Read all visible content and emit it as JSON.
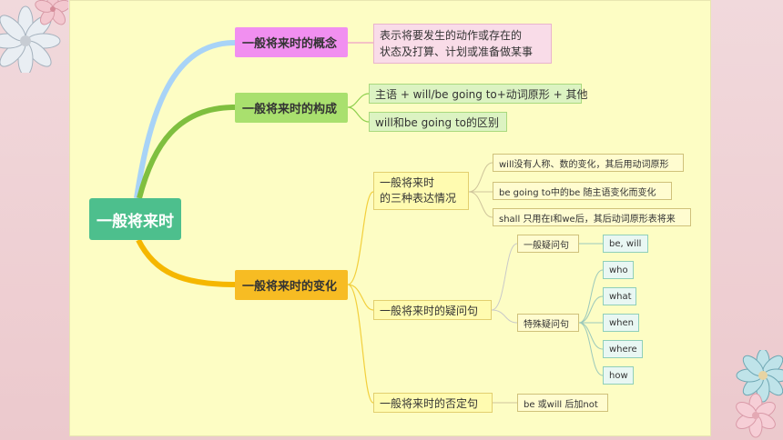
{
  "center": {
    "label": "一般将来时"
  },
  "branches": {
    "concept": {
      "label": "一般将来时的概念",
      "definition_line1": "表示将要发生的动作或存在的",
      "definition_line2": "状态及打算、计划或准备做某事"
    },
    "structure": {
      "label": "一般将来时的构成",
      "item1": "主语 + will/be going to+动词原形 + 其他",
      "item2": "will和be going to的区别"
    },
    "change": {
      "label": "一般将来时的变化",
      "three_forms": {
        "line1": "一般将来时",
        "line2": "的三种表达情况",
        "items": [
          "will没有人称、数的变化，其后用动词原形",
          "be going to中的be 随主语变化而变化",
          "shall 只用在I和we后，其后动词原形表将来"
        ]
      },
      "question": {
        "label": "一般将来时的疑问句",
        "general": {
          "label": "一般疑问句",
          "answer": "be, will"
        },
        "special": {
          "label": "特殊疑问句",
          "words": [
            "who",
            "what",
            "when",
            "where",
            "how"
          ]
        }
      },
      "negative": {
        "label": "一般将来时的否定句",
        "note": "be 或will 后加not"
      }
    }
  },
  "colors": {
    "background": "#fdfdc4",
    "center": "#4dbf8d",
    "concept": "#f18ff0",
    "structure": "#a9e06e",
    "change": "#f7bc23",
    "line_blue": "#a8d3f7",
    "line_green": "#7fbf3f",
    "line_orange": "#f5b700"
  }
}
